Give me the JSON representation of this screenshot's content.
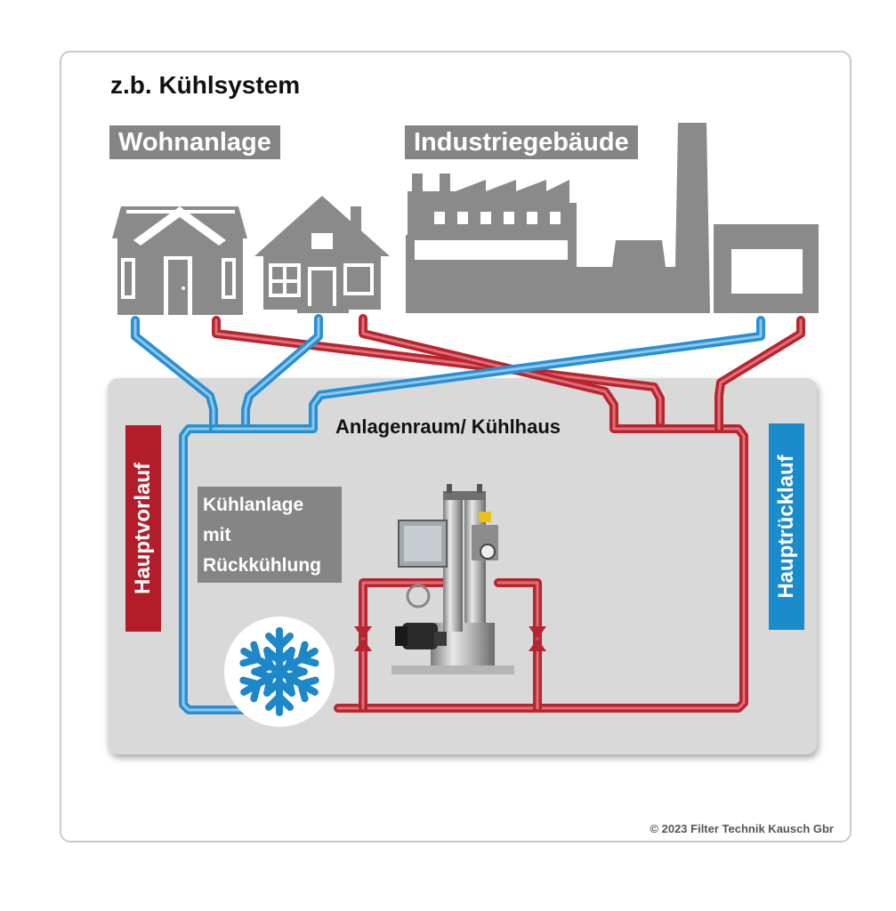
{
  "title": "z.b. Kühlsystem",
  "labels": {
    "residential": "Wohnanlage",
    "industrial": "Industriegebäude",
    "plant_room": "Anlagenraum/ Kühlhaus",
    "chiller": [
      "Kühlanlage",
      "mit",
      "Rückkühlung"
    ],
    "main_supply": "Hauptvorlauf",
    "main_return": "Hauptrücklauf"
  },
  "copyright": "© 2023 Filter Technik Kausch Gbr",
  "colors": {
    "supply_pipe": "#2a8fd0",
    "return_pipe": "#b7252f",
    "building": "#8a8a8a",
    "room": "#d9d9d9",
    "label_box": "#858585",
    "snowflake": "#1d87c8"
  },
  "icons": [
    "house-icon",
    "factory-icon",
    "snowflake-icon",
    "valve-icon",
    "filter-unit-icon"
  ]
}
